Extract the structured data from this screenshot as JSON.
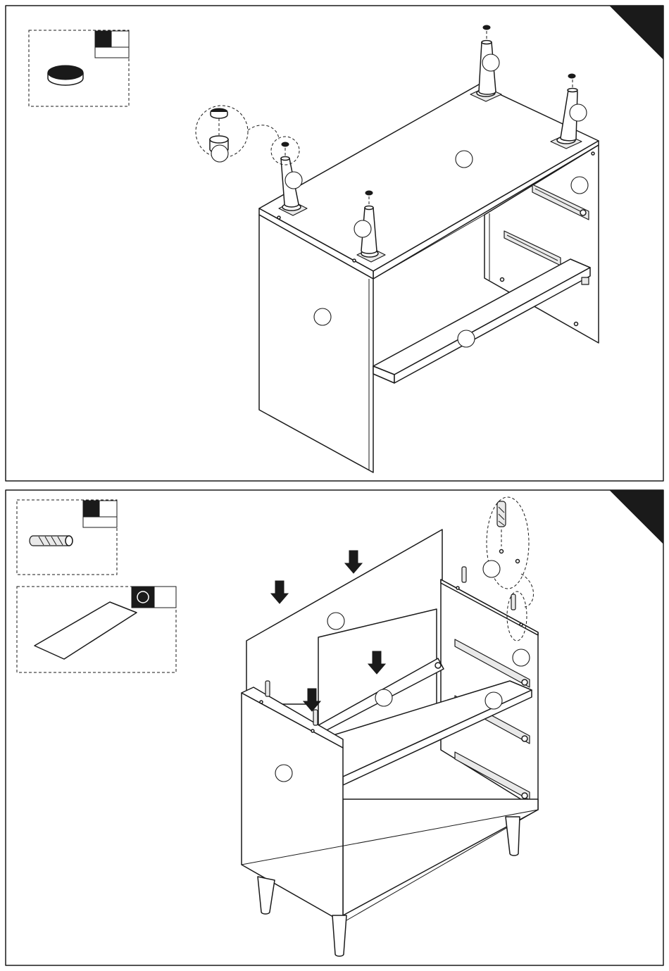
{
  "steps": [
    {
      "id": "step-legs",
      "number": "",
      "hardware": [
        {
          "name": "felt-pad",
          "icon": "felt-pad-icon",
          "quantity": ""
        }
      ],
      "part_labels": [
        {
          "name": "callout-felt-pad",
          "label": ""
        },
        {
          "name": "callout-leg-1",
          "label": ""
        },
        {
          "name": "callout-leg-2",
          "label": ""
        },
        {
          "name": "callout-leg-3",
          "label": ""
        },
        {
          "name": "callout-leg-4",
          "label": ""
        },
        {
          "name": "callout-top-panel",
          "label": ""
        },
        {
          "name": "callout-side-panel-right",
          "label": ""
        },
        {
          "name": "callout-side-panel-left",
          "label": ""
        },
        {
          "name": "callout-back-rail",
          "label": ""
        }
      ]
    },
    {
      "id": "step-back-panel",
      "number": "",
      "hardware": [
        {
          "name": "wooden-dowel",
          "icon": "dowel-icon",
          "quantity": ""
        },
        {
          "name": "back-panel-board",
          "icon": "board-icon",
          "quantity": ""
        }
      ],
      "part_labels": [
        {
          "name": "callout-dowel-detail",
          "label": ""
        },
        {
          "name": "callout-back-panel",
          "label": ""
        },
        {
          "name": "callout-right-side",
          "label": ""
        },
        {
          "name": "callout-middle-rail",
          "label": ""
        },
        {
          "name": "callout-divider",
          "label": ""
        },
        {
          "name": "callout-left-side",
          "label": ""
        }
      ]
    }
  ],
  "colors": {
    "line": "#1a1a1a",
    "fill": "#ffffff",
    "accent": "#1a1a1a"
  }
}
